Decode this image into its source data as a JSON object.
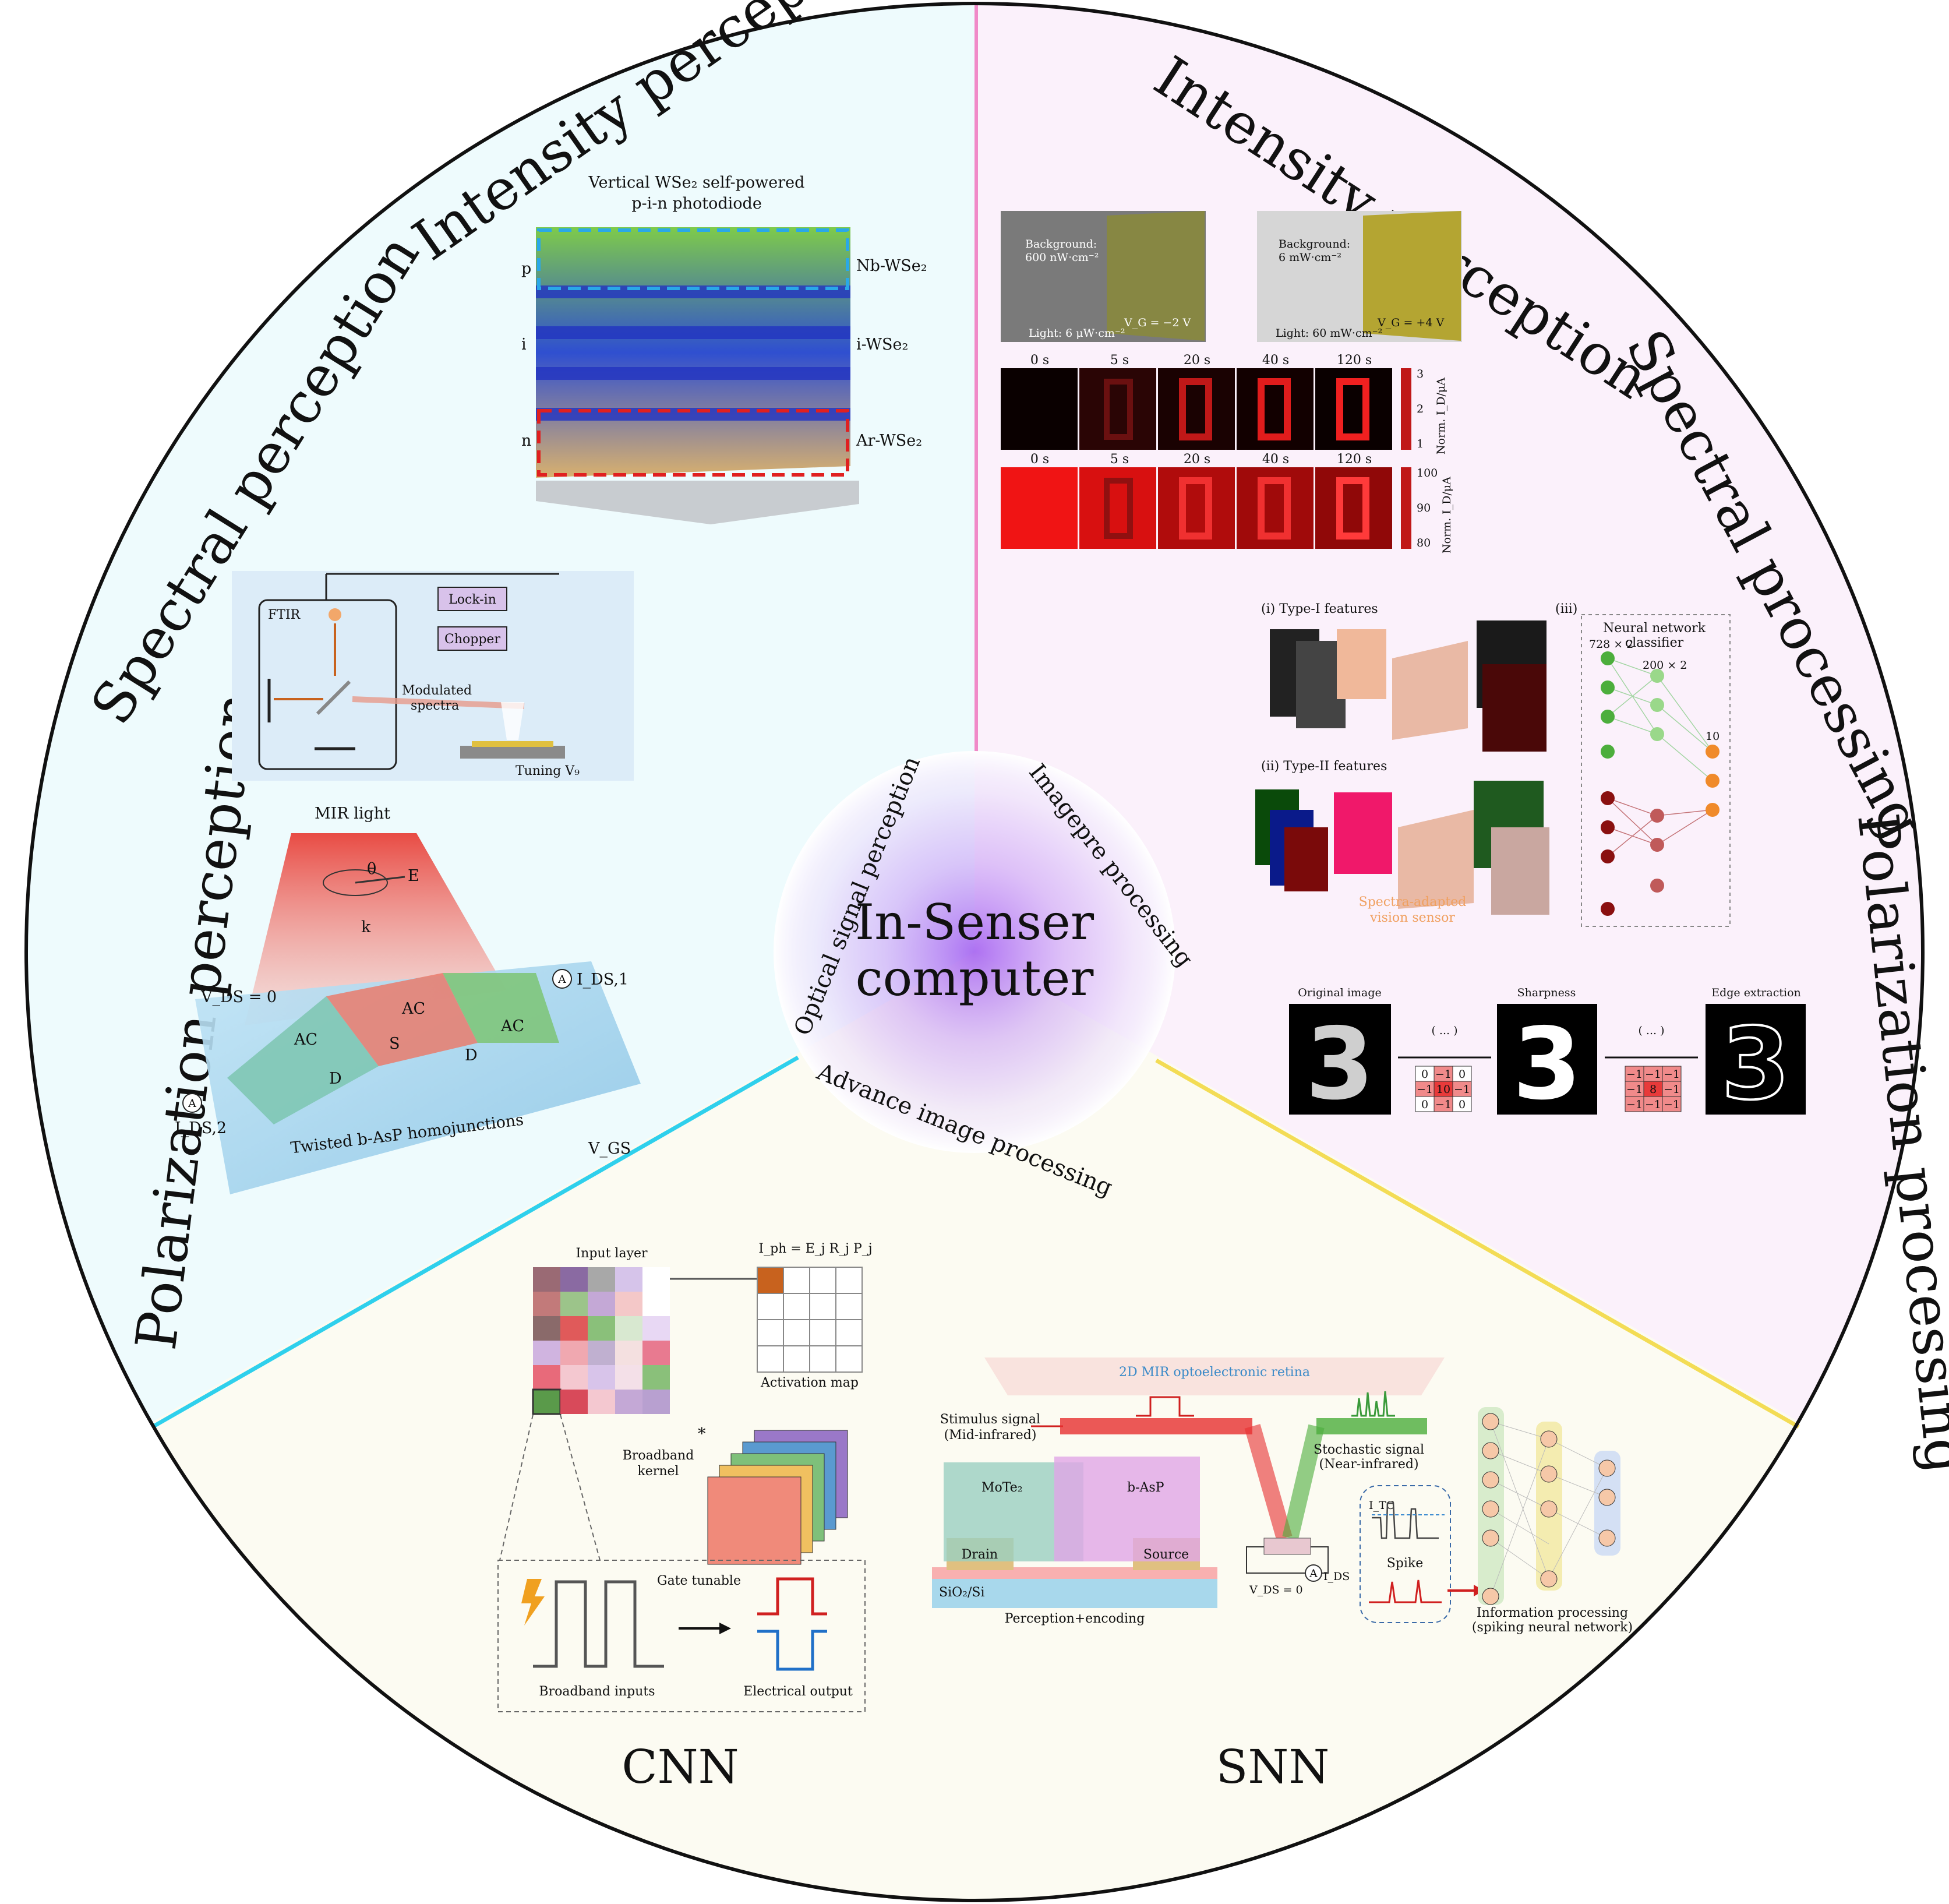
{
  "center": {
    "title_line1": "In-Senser",
    "title_line2": "computer",
    "ring_optical": "Optical signal perception",
    "ring_imagepre": "Imagepre processing",
    "ring_advance": "Advance image processing"
  },
  "sections": {
    "intensity_perception_left": "Intensity perception",
    "spectral_perception": "Spectral perception",
    "polarization_perception": "Polarization perception",
    "intensity_perception_right": "Intensity perception",
    "spectral_processing": "Spectral processing",
    "polarization_processing": "Polarization processing",
    "cnn": "CNN",
    "snn": "SNN"
  },
  "wse2": {
    "title_line1": "Vertical WSe₂ self-powered",
    "title_line2": "p-i-n photodiode",
    "p": "p",
    "i": "i",
    "n": "n",
    "nb": "Nb-WSe₂",
    "iw": "i-WSe₂",
    "ar": "Ar-WSe₂"
  },
  "ftir": {
    "ftir": "FTIR",
    "lockin": "Lock-in",
    "chopper": "Chopper",
    "modulated1": "Modulated",
    "modulated2": "spectra",
    "tuning": "Tuning V₉"
  },
  "polar": {
    "mir": "MIR light",
    "theta": "θ",
    "e": "E",
    "k": "k",
    "vds": "V_DS = 0",
    "ac1": "AC",
    "ac2": "AC",
    "ac3": "AC",
    "s": "S",
    "d1": "D",
    "d2": "D",
    "ids1": "I_DS,1",
    "ids2": "I_DS,2",
    "vgs": "V_GS",
    "a": "A",
    "twisted": "Twisted b-AsP homojunctions"
  },
  "intensity_right": {
    "bg1a": "Background:",
    "bg1b": "600 nW·cm⁻²",
    "light1": "Light: 6 μW·cm⁻²",
    "vg1": "V_G = −2 V",
    "bg2a": "Background:",
    "bg2b": "6 mW·cm⁻²",
    "light2": "Light: 60 mW·cm⁻²",
    "vg2": "V_G = +4 V",
    "times": [
      "0 s",
      "5 s",
      "20 s",
      "40 s",
      "120 s"
    ],
    "scale1_ticks": [
      "3",
      "2",
      "1"
    ],
    "scale2_ticks": [
      "100",
      "90",
      "80"
    ],
    "scale_label": "Norm. I_D/μA"
  },
  "spectral_proc": {
    "type1": "(i) Type-I features",
    "type2": "(ii) Type-II features",
    "iii": "(iii)",
    "nn1": "Neural network",
    "nn2": "classifier",
    "n728": "728 × 2",
    "n200": "200 × 2",
    "n10": "10",
    "sensor1": "Spectra-adapted",
    "sensor2": "vision sensor"
  },
  "polar_proc": {
    "original": "Original image",
    "sharpness": "Sharpness",
    "edge": "Edge extraction",
    "k1": [
      "0",
      "−1",
      "0",
      "−1",
      "10",
      "−1",
      "0",
      "−1",
      "0"
    ],
    "k2": [
      "−1",
      "−1",
      "−1",
      "−1",
      "8",
      "−1",
      "−1",
      "−1",
      "−1"
    ]
  },
  "cnn": {
    "input_layer": "Input layer",
    "iph": "I_ph = E_j R_j P_j",
    "activation": "Activation map",
    "kernel1": "Broadband",
    "kernel2": "kernel",
    "gate": "Gate tunable",
    "inputs": "Broadband inputs",
    "output": "Electrical output",
    "star": "*"
  },
  "snn": {
    "retina": "2D MIR optoelectronic retina",
    "stim1": "Stimulus signal",
    "stim2": "(Mid-infrared)",
    "stoch1": "Stochastic signal",
    "stoch2": "(Near-infrared)",
    "mote2": "MoTe₂",
    "basp": "b-AsP",
    "drain": "Drain",
    "source": "Source",
    "sio2": "SiO₂/Si",
    "perception": "Perception+encoding",
    "vds": "V_DS = 0",
    "ids": "I_DS",
    "a": "A",
    "itc": "I_TC",
    "spike": "Spike",
    "info1": "Information processing",
    "info2": "(spiking neural network)"
  },
  "colors": {
    "cyan_bg": "#eefbfd",
    "pink_bg": "#fbf1fb",
    "cream_bg": "#fcfbf2",
    "pink_line": "#f08ac8",
    "cyan_line": "#2fd0ec",
    "yellow_line": "#f3dc55",
    "center_glow": "#a05af0"
  }
}
